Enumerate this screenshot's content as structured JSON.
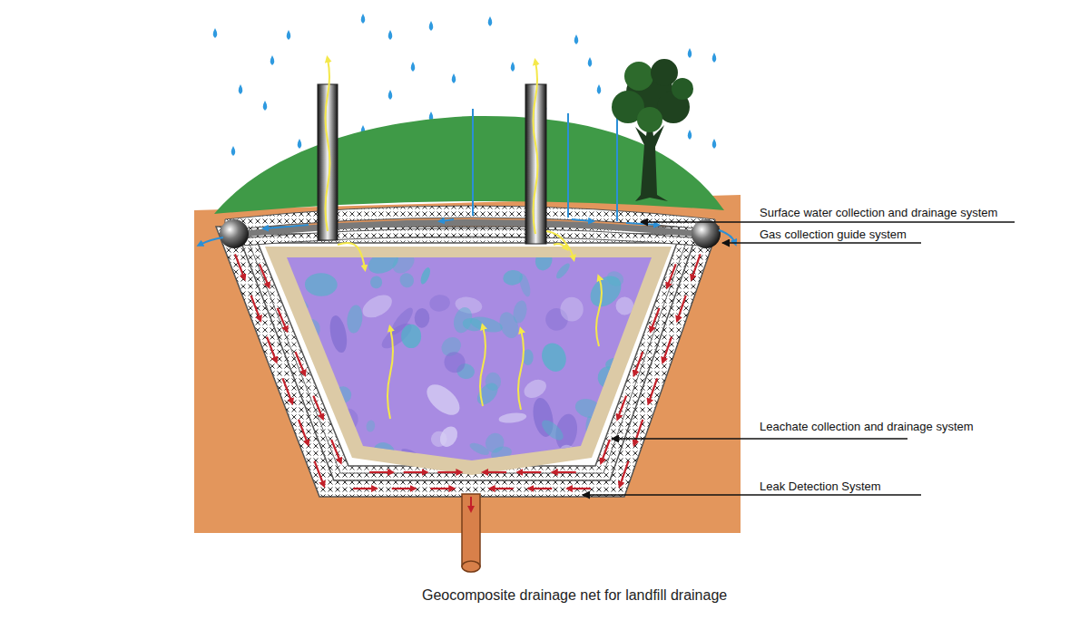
{
  "diagram": {
    "caption": "Geocomposite drainage net for landfill drainage",
    "labels": [
      "Surface water collection and drainage system",
      "Gas collection guide system",
      "Leachate collection and drainage system",
      "Leak Detection System"
    ]
  }
}
